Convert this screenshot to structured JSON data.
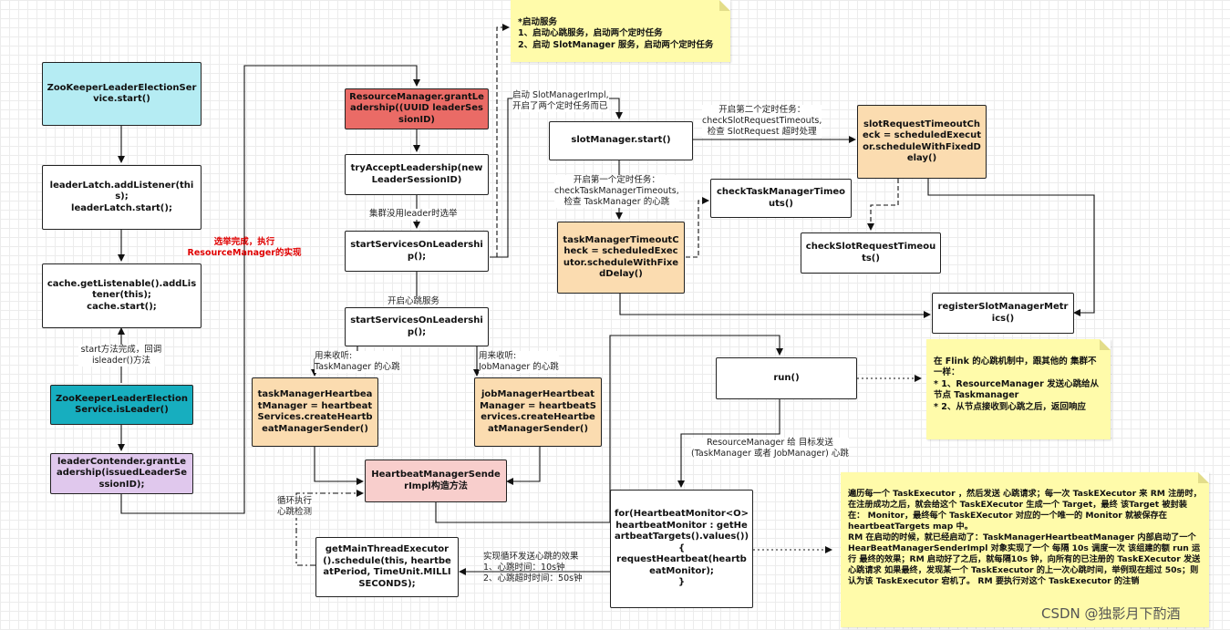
{
  "nodes": {
    "zk_start": "ZooKeeperLeaderElectionService.start()",
    "latch": "leaderLatch.addListener(this);\nleaderLatch.start();",
    "cache": "cache.getListenable().addListener(this);\ncache.start();",
    "zk_isleader": "ZooKeeperLeaderElectionService.isLeader()",
    "grant_contender": "leaderContender.grantLeadership(issuedLeaderSessionID);",
    "rm_grant": "ResourceManager.grantLeadership((UUID leaderSessionID)",
    "try_accept": "tryAcceptLeadership(newLeaderSessionID)",
    "start_services_1": "startServicesOnLeadership();",
    "start_services_2": "startServicesOnLeadership();",
    "tm_heartbeat": "taskManagerHeartbeatManager = heartbeatServices.createHeartbeatManagerSender()",
    "jm_heartbeat": "jobManagerHeartbeatManager = heartbeatServices.createHeartbeatManagerSender()",
    "hb_sender": "HeartbeatManagerSenderImpl构造方法",
    "main_thread": "getMainThreadExecutor().schedule(this, heartbeatPeriod, TimeUnit.MILLISECONDS);",
    "for_loop": "for(HeartbeatMonitor<O> heartbeatMonitor : getHeartbeatTargets().values()) {\nrequestHeartbeat(heartbeatMonitor);\n}",
    "run": "run()",
    "slot_start": "slotManager.start()",
    "tm_timeout_check": "taskManagerTimeoutCheck = scheduledExecutor.scheduleWithFixedDelay()",
    "check_tm_timeouts": "checkTaskManagerTimeouts()",
    "slot_req_check": "slotRequestTimeoutCheck = scheduledExecutor.scheduleWithFixedDelay()",
    "check_slot_req": "checkSlotRequestTimeouts()",
    "register_metrics": "registerSlotManagerMetrics()"
  },
  "labels": {
    "start_done": "start方法完成，回调\nisleader()方法",
    "election_done": "选举完成，执行\nResourceManager的实现",
    "cluster_no_leader": "集群没用leader时选举",
    "start_heartbeat": "开启心跳服务",
    "listen_tm": "用来收听:\nTaskManager 的心跳",
    "listen_jm": "用来收听:\nJobManager 的心跳",
    "loop_exec": "循环执行\n心跳检测",
    "effect": "实现循环发送心跳的效果\n1、心跳时间：10s钟\n2、心跳超时时间：50s钟",
    "rm_send": "ResourceManager 给 目标发送\n(TaskManager 或者 JobManager) 心跳",
    "start_slot_impl": "启动 SlotManagerImpl,\n开启了两个定时任务而已",
    "first_timer": "开启第一个定时任务：\ncheckTaskManagerTimeouts,\n检查 TaskManager 的心跳",
    "second_timer": "开启第二个定时任务：\ncheckSlotRequestTimeouts,\n检查 SlotRequest 超时处理"
  },
  "notes": {
    "start_services": "*启动服务\n  1、启动心跳服务，启动两个定时任务\n  2、启动 SlotManager 服务，启动两个定时任务",
    "heartbeat_mechanism": "在 Flink 的心跳机制中，跟其他的 集群不一样：\n  * 1、ResourceManager 发送心跳给从节点 Taskmanager\n  * 2、从节点接收到心跳之后，返回响应",
    "executor_detail": "遍历每一个 TaskExecutor ，然后发送 心跳请求；每一次 TaskEXecutor 来 RM 注册时，在注册成功之后，就会给这个 TaskEXecutor 生成一个 Target，最终 该Target 被封装在：  Monitor，最终每个 TaskEXecutor 对应的一个唯一的 Monitor 就被保存在 heartbeatTargets map 中。\n  RM 在启动的时候，就已经启动了：TaskManagerHeartbeatManager 内部启动了一个 HearBeatManagerSenderImpl 对象实现了一个 每隔 10s 调度一次 该组建的额 run 运行  最终的效果；RM 启动好了之后，就每隔10s 钟，向所有的已注册的 TaskEXecutor 发送心跳请求 如果最终，发现某一个 TaskExecutor 的上一次心跳时间，举例现在超过 50s；则认为该 TaskExecutor 宕机了。 RM 要执行对这个 TaskExecutor 的注销"
  },
  "watermark": "CSDN @独影月下酌酒",
  "colors": {
    "cyan": "#b5ecf3",
    "red": "#ea6b66",
    "orange": "#fbdcb0",
    "teal": "#17aebf",
    "purple": "#e0c8ed",
    "pink": "#f8cecc",
    "note": "#fffbaa",
    "alert_text": "#e00000"
  }
}
